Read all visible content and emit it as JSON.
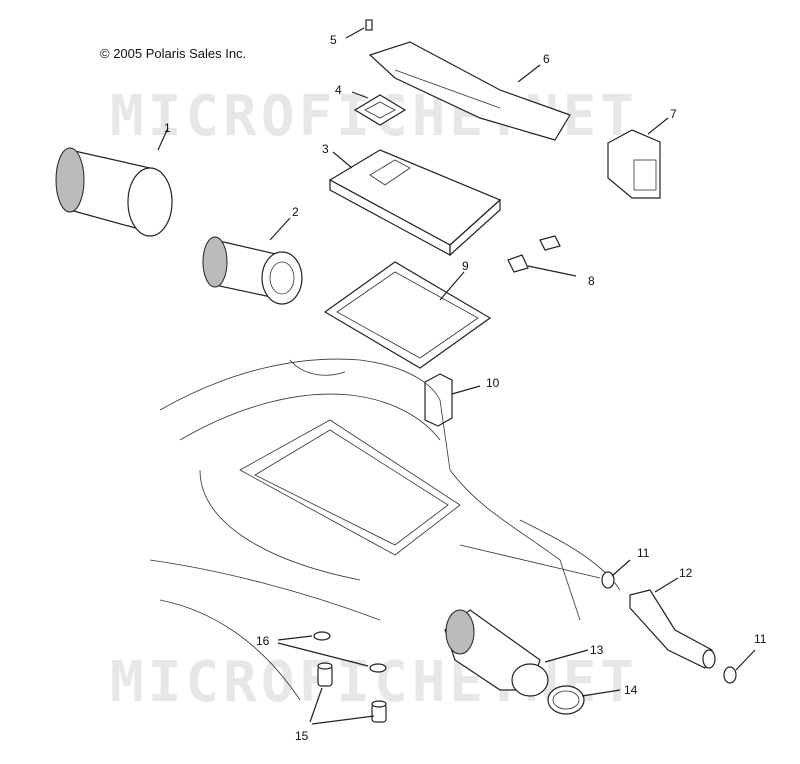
{
  "copyright": "© 2005 Polaris Sales Inc.",
  "watermark": "MICROFICHE.NET",
  "callouts": [
    "1",
    "2",
    "3",
    "4",
    "5",
    "6",
    "7",
    "8",
    "9",
    "10",
    "11",
    "11",
    "12",
    "13",
    "14",
    "15",
    "16"
  ]
}
